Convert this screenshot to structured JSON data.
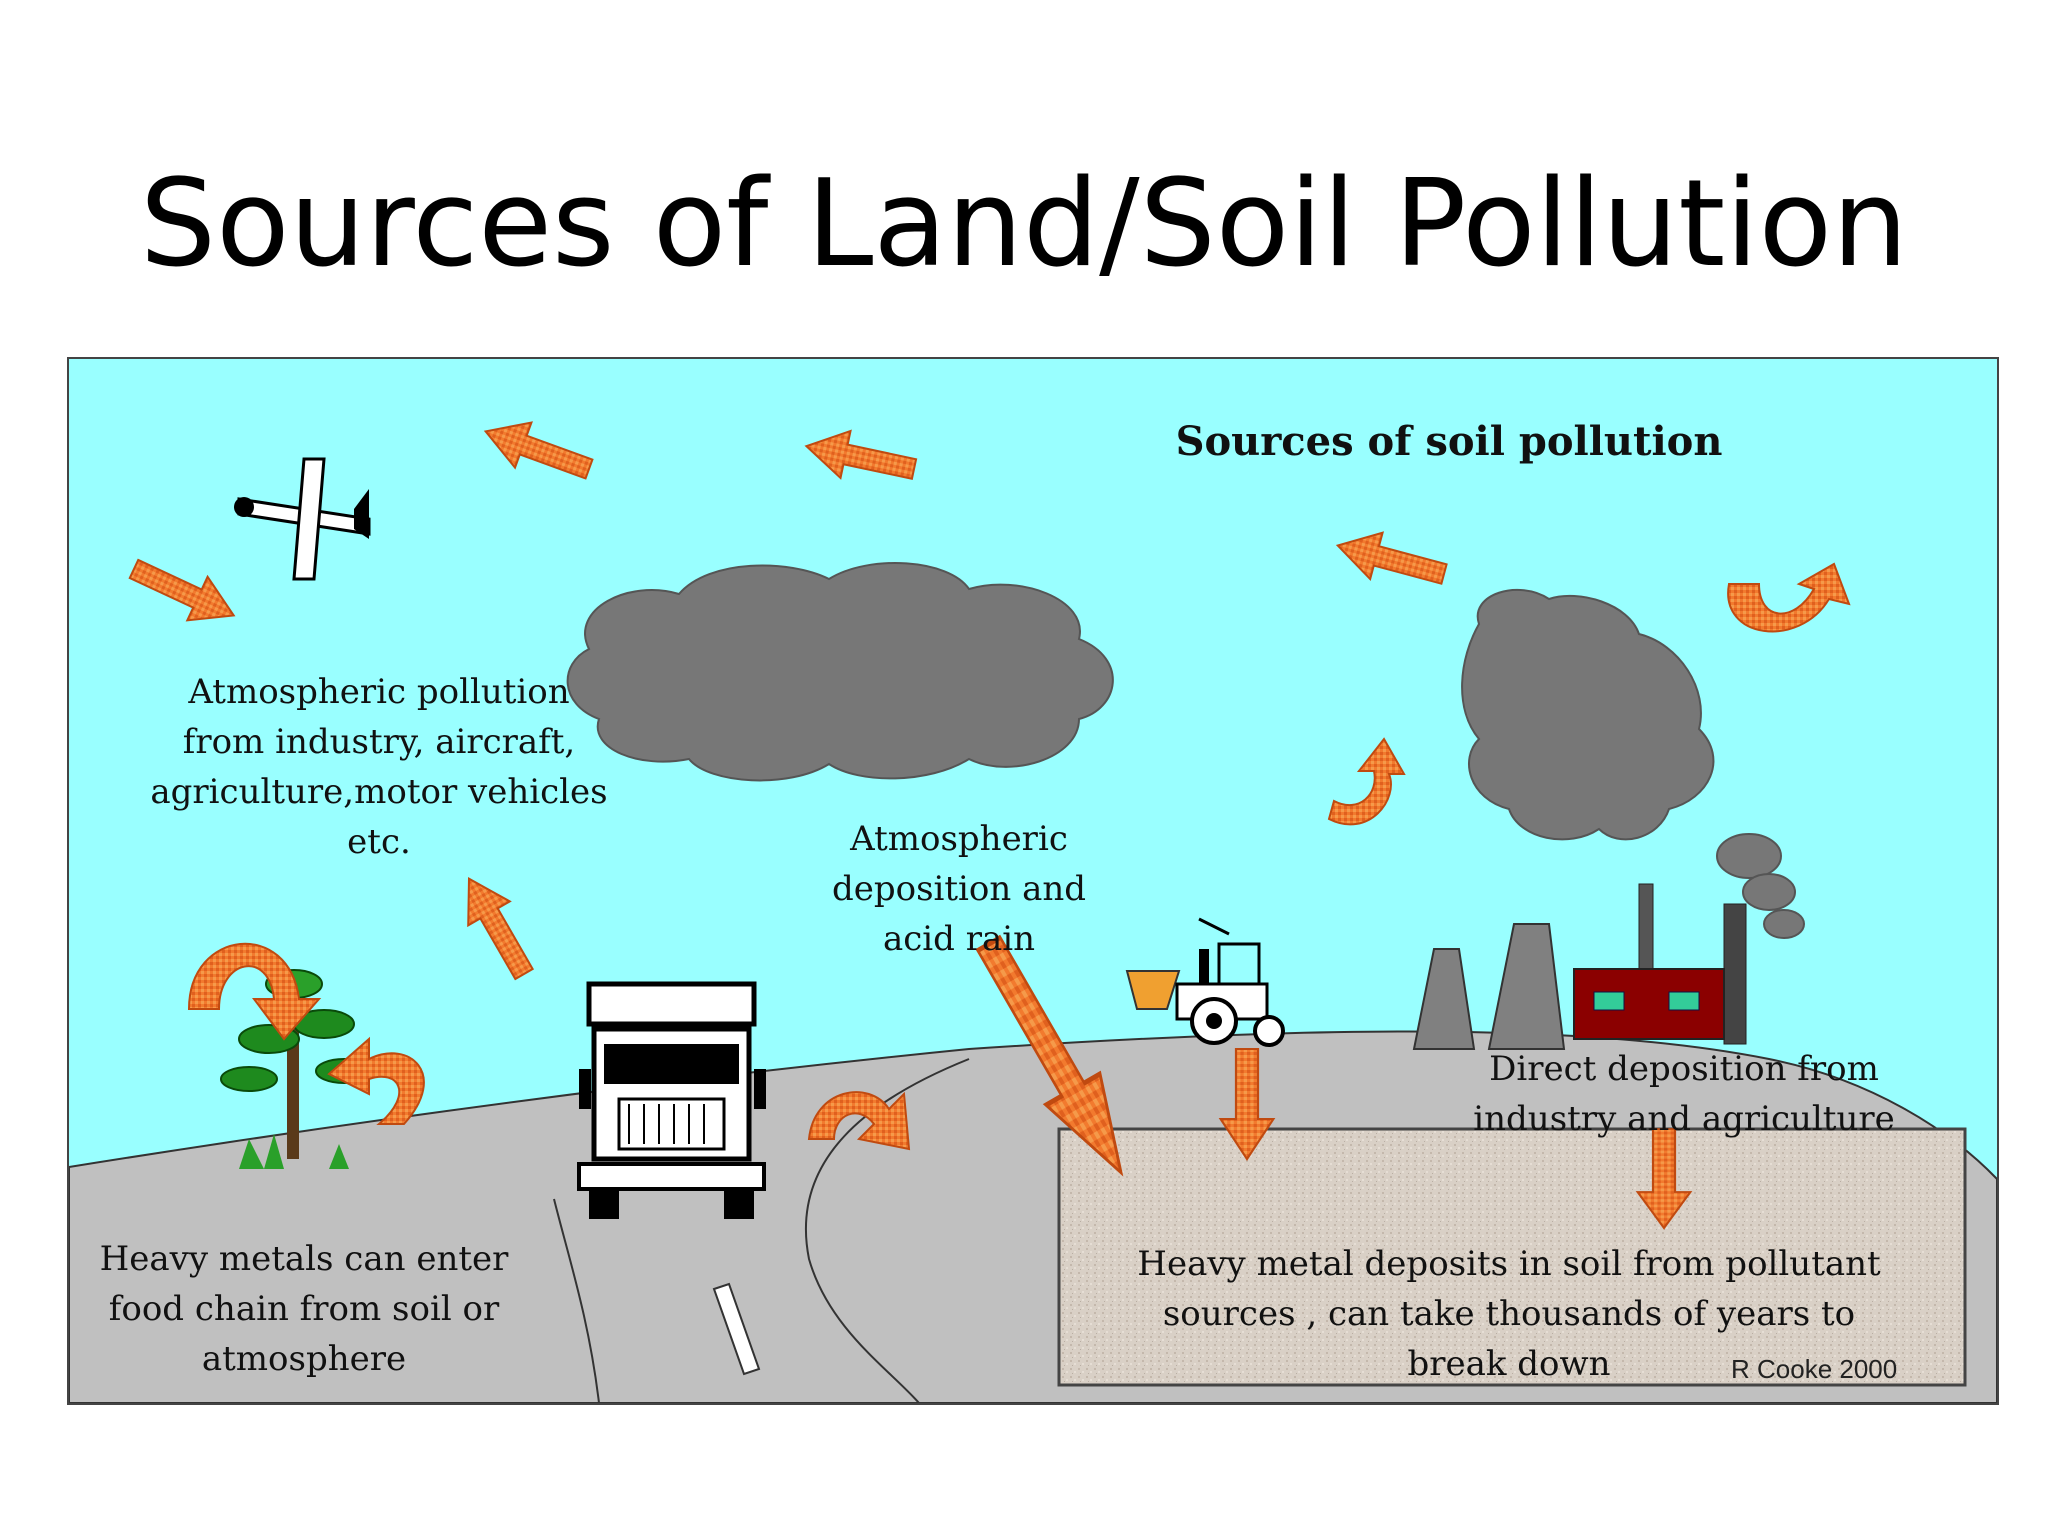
{
  "slide": {
    "title": "Sources of Land/Soil Pollution"
  },
  "diagram": {
    "heading": "Sources of soil pollution",
    "labels": {
      "atmospheric_pollution": "Atmospheric pollution from industry, aircraft, agriculture,motor vehicles etc.",
      "atmospheric_deposition": "Atmospheric deposition and acid rain",
      "direct_deposition": "Direct deposition from industry and agriculture",
      "heavy_metals_food_chain": "Heavy metals can enter food chain from soil or atmosphere",
      "heavy_metal_deposits": "Heavy metal deposits in soil from pollutant sources , can take thousands of years to break down"
    },
    "credit": "R Cooke 2000",
    "colors": {
      "sky": "#99FFFF",
      "ground": "#C0C0C0",
      "cloud": "#777777",
      "arrow": "#F07830",
      "soil": "#D8CFC4",
      "factory": "#8B0000",
      "window": "#33CC99"
    },
    "icons": [
      "airplane-icon",
      "truck-icon",
      "tractor-icon",
      "factory-icon",
      "tree-icon",
      "cloud-icon"
    ]
  }
}
